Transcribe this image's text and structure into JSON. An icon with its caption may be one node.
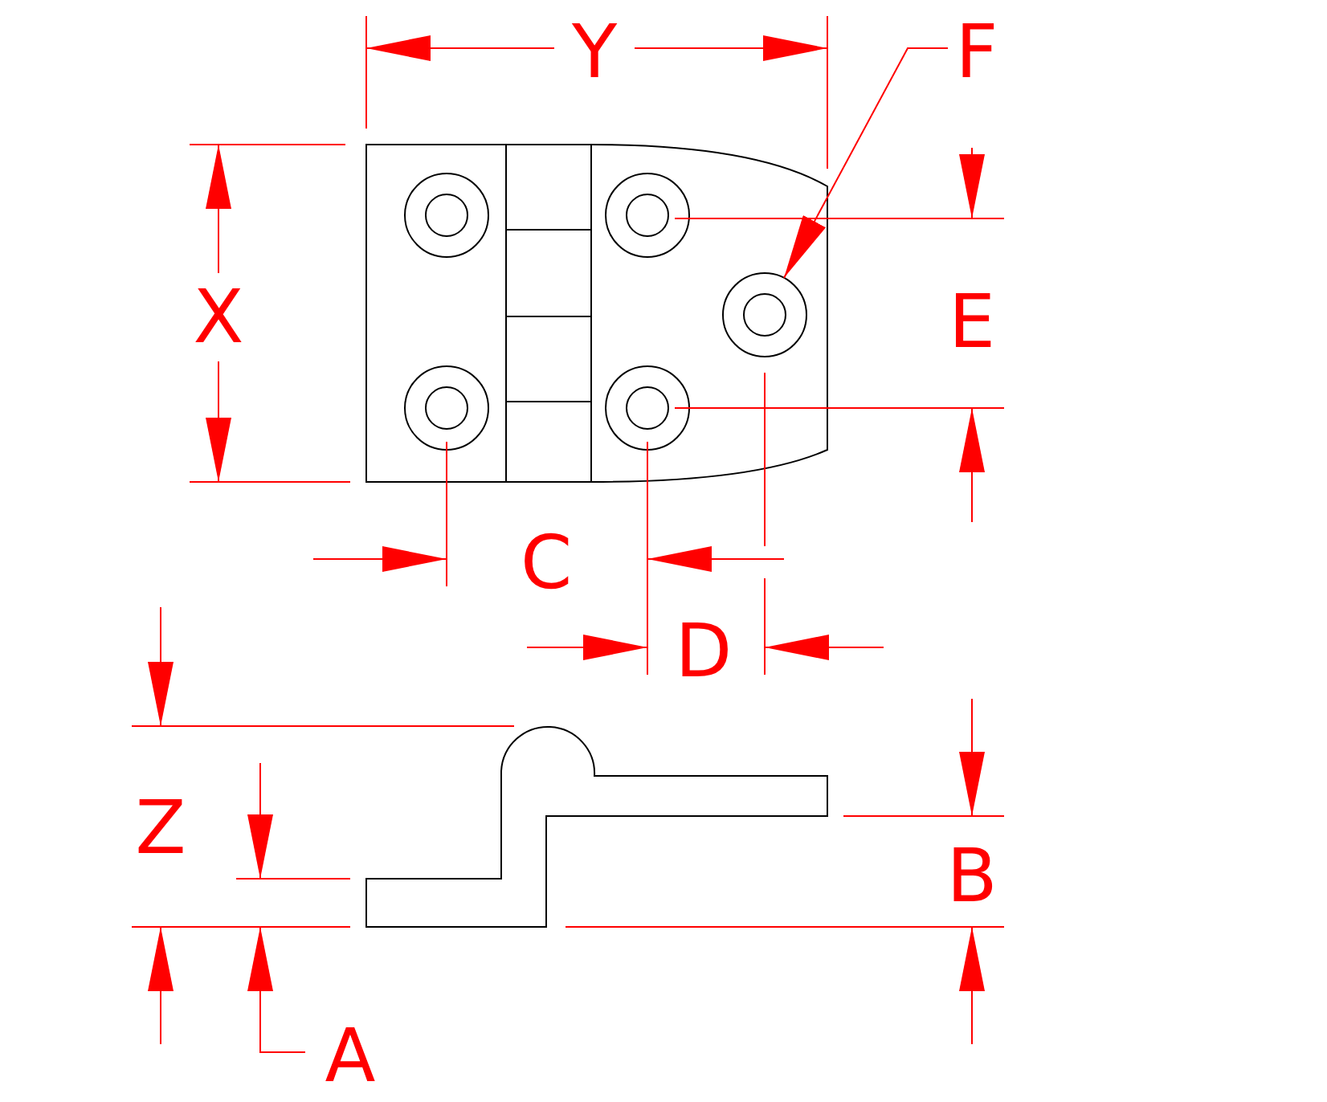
{
  "diagram": {
    "nodes": [
      {
        "text": [
          "F"
        ]
      },
      {
        "text": [],
        "shape": "circle"
      }
    ],
    "edges": [
      {
        "from": 0,
        "to": 1,
        "arrow": "to"
      }
    ],
    "labels": [
      "Y",
      "X",
      "E",
      "C",
      "D",
      "Z",
      "B",
      "A"
    ]
  }
}
